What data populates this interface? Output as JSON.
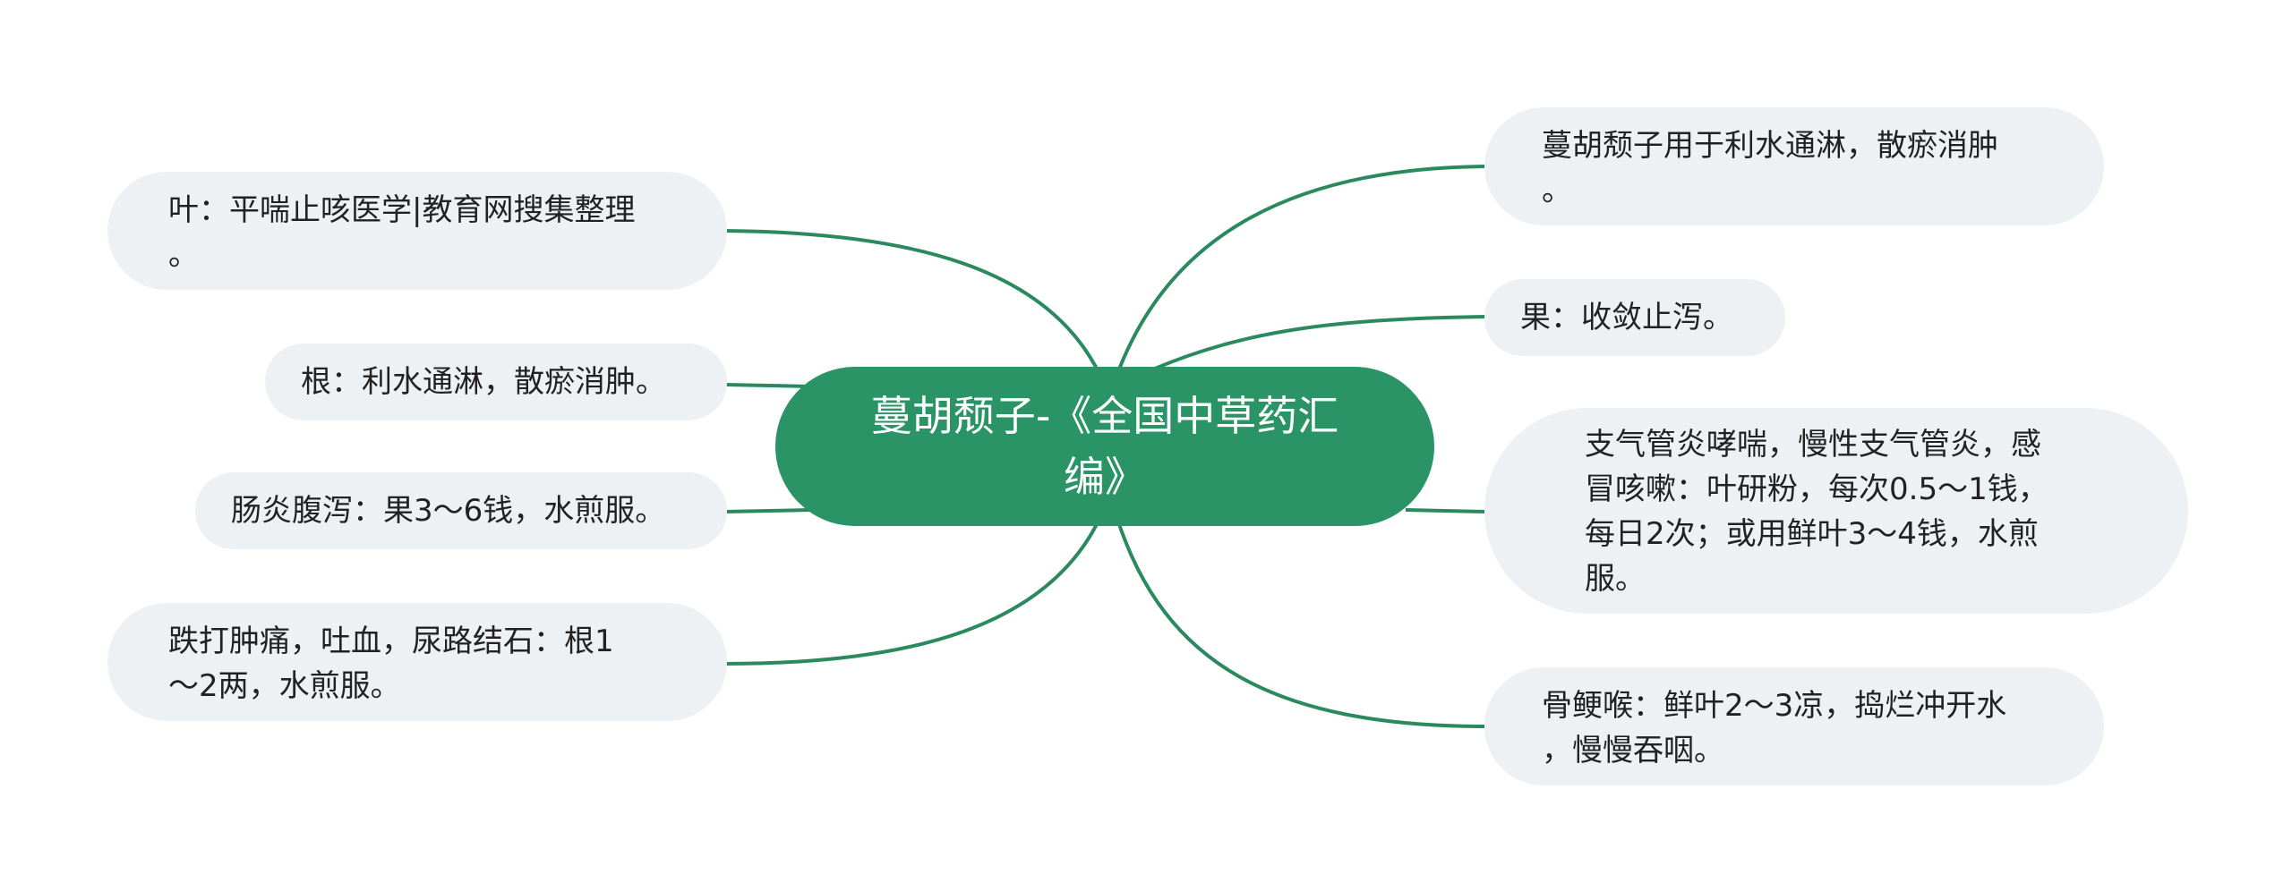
{
  "colors": {
    "link": "#2a8a5e",
    "root_fill": "#2a9466",
    "node_fill": "#eef1f4",
    "text": "#222222"
  },
  "root": {
    "label": "蔓胡颓子-《全国中草药汇\n编》"
  },
  "branches": {
    "left": [
      {
        "label": "叶：平喘止咳医学|教育网搜集整理\n。"
      },
      {
        "label": "根：利水通淋，散瘀消肿。"
      },
      {
        "label": "肠炎腹泻：果3～6钱，水煎服。"
      },
      {
        "label": "跌打肿痛，吐血，尿路结石：根1\n～2两，水煎服。"
      }
    ],
    "right": [
      {
        "label": "蔓胡颓子用于利水通淋，散瘀消肿\n。"
      },
      {
        "label": "果：收敛止泻。"
      },
      {
        "label": "支气管炎哮喘，慢性支气管炎，感\n冒咳嗽：叶研粉，每次0.5～1钱，\n每日2次；或用鲜叶3～4钱，水煎\n服。"
      },
      {
        "label": "骨鲠喉：鲜叶2～3凉，捣烂冲开水\n，慢慢吞咽。"
      }
    ]
  }
}
